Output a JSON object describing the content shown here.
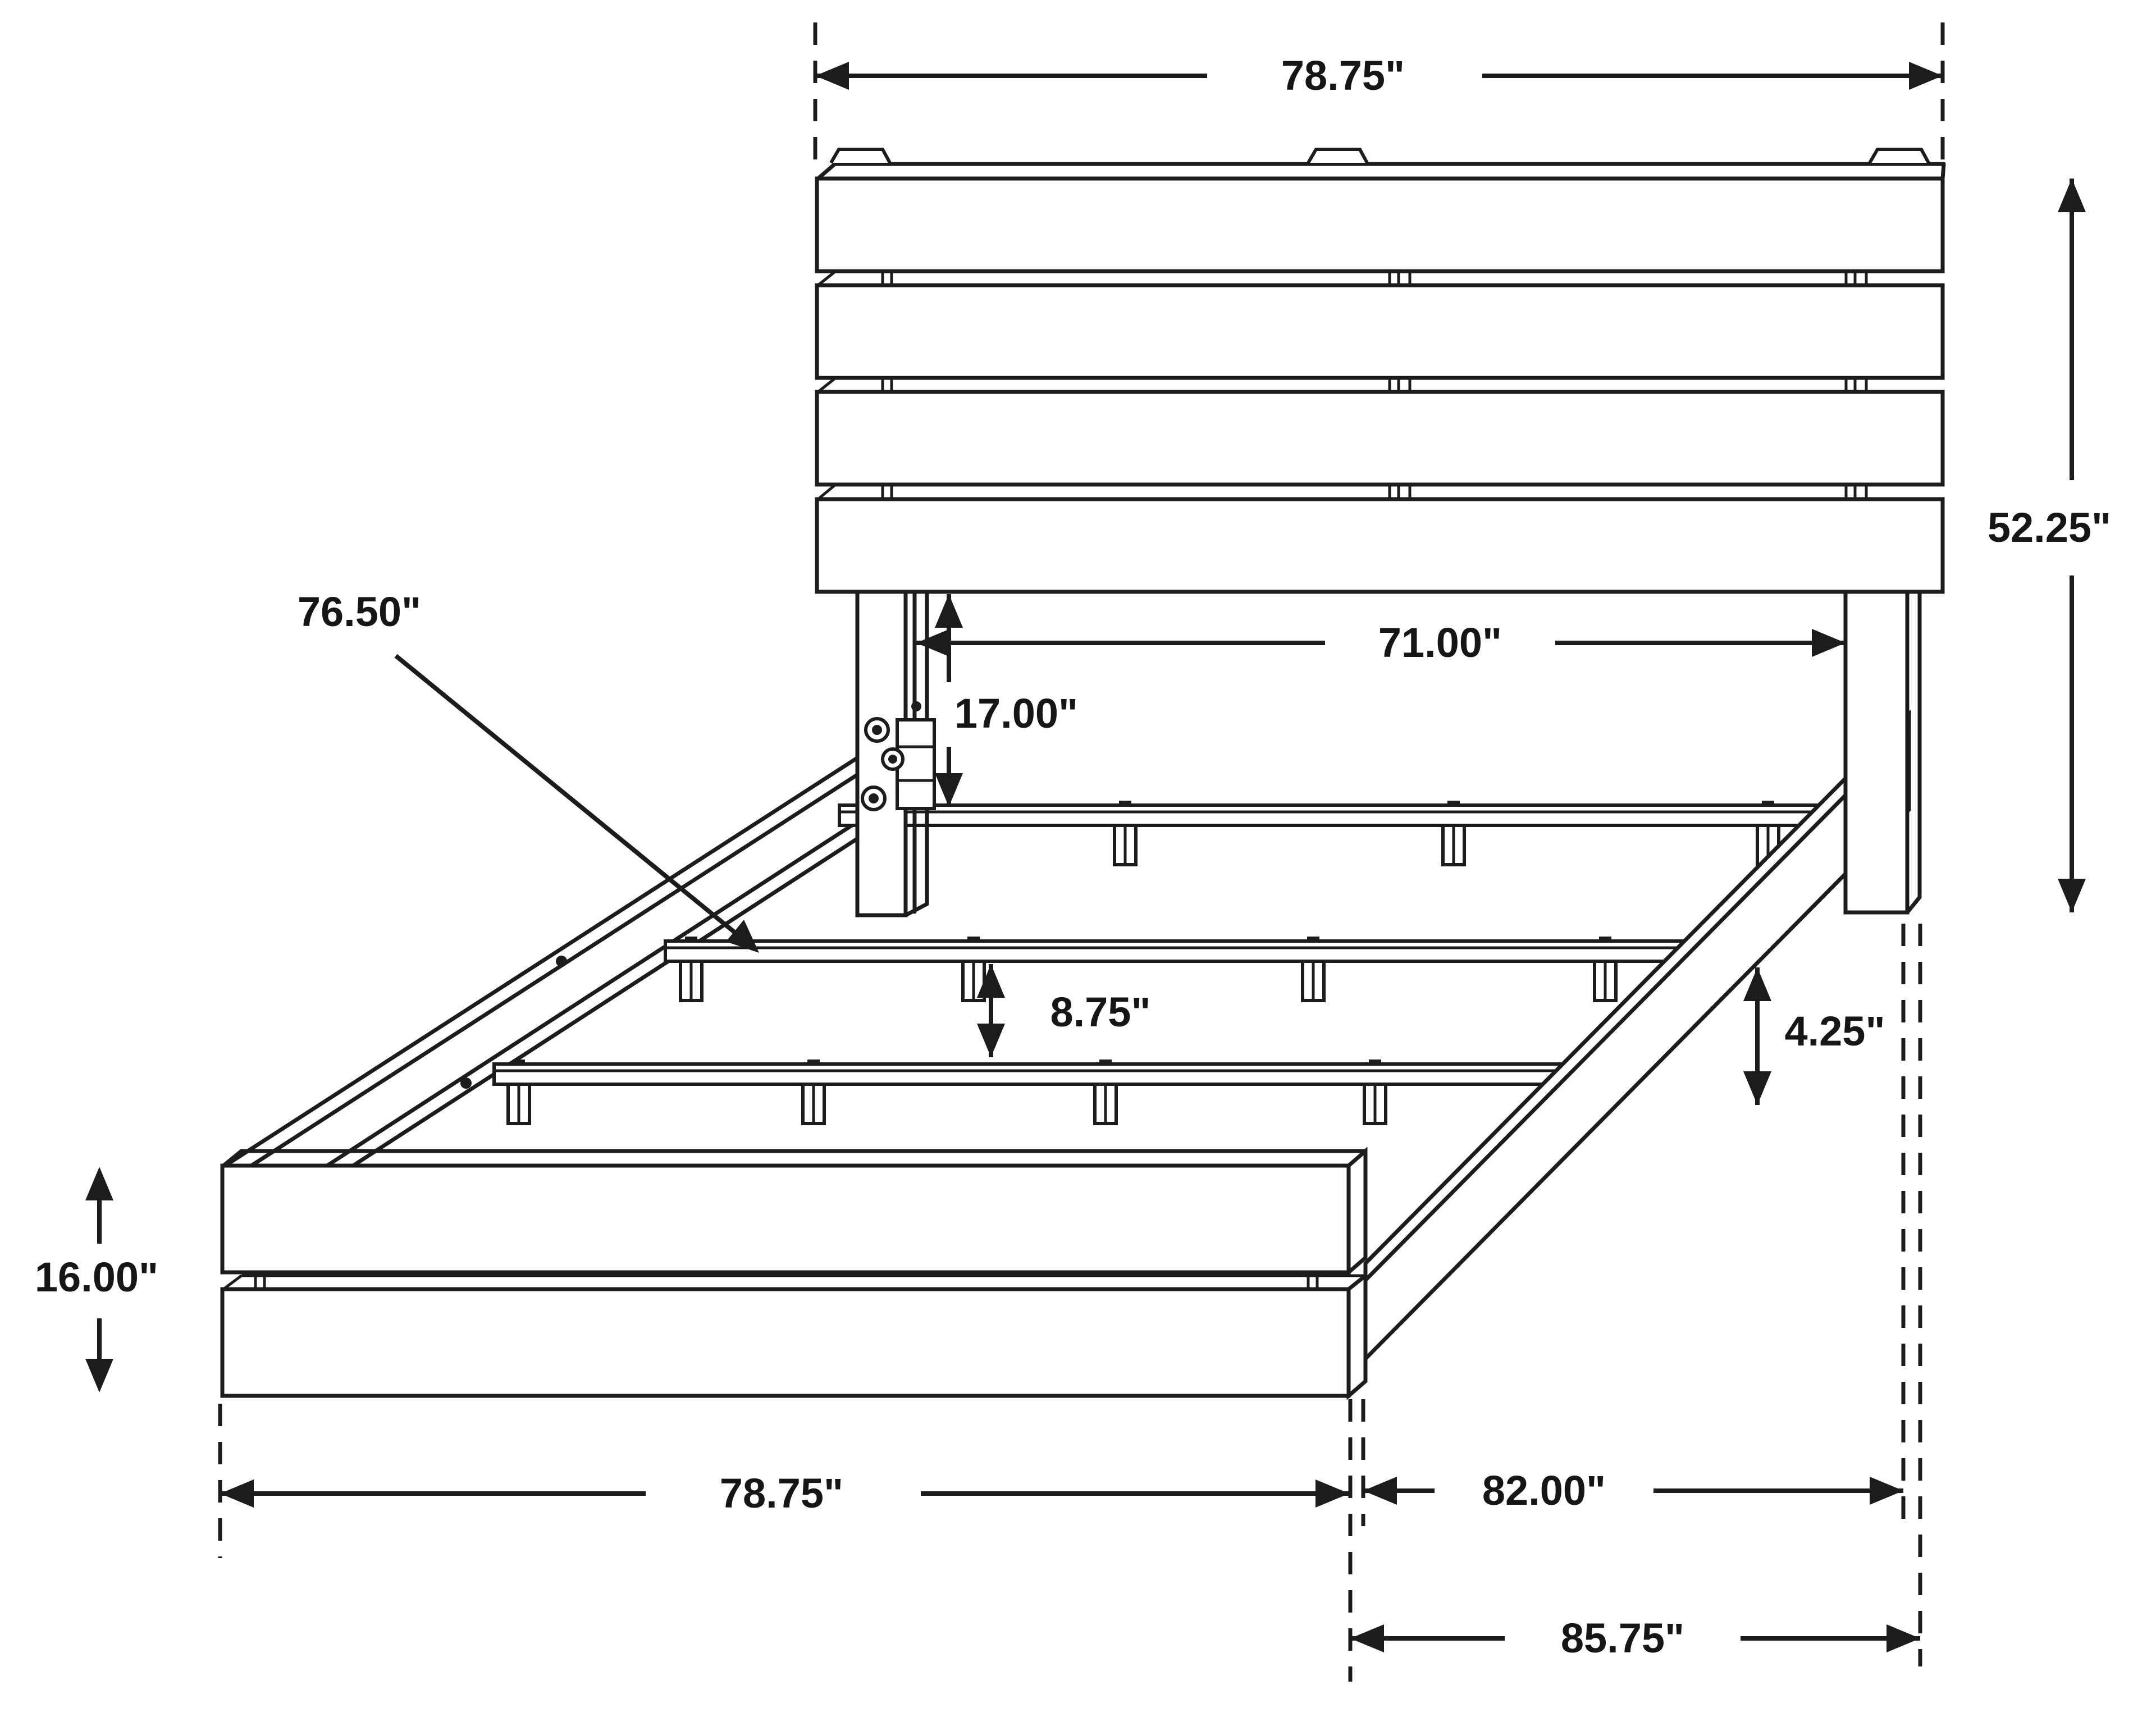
{
  "diagram": {
    "type": "dimensioned-technical-drawing",
    "subject": "platform bed frame with slatted headboard and footboard",
    "labels": {
      "headboard_width": "78.75\"",
      "headboard_height": "52.25\"",
      "headboard_inner_width": "71.00\"",
      "under_headboard_height": "17.00\"",
      "side_rail_length": "76.50\"",
      "slat_support_height": "8.75\"",
      "side_rail_height": "4.25\"",
      "footboard_height": "16.00\"",
      "footboard_width": "78.75\"",
      "frame_inner_length": "82.00\"",
      "frame_overall_length": "85.75\""
    },
    "colors": {
      "line": "#1c1c1c",
      "background": "#ffffff"
    }
  }
}
